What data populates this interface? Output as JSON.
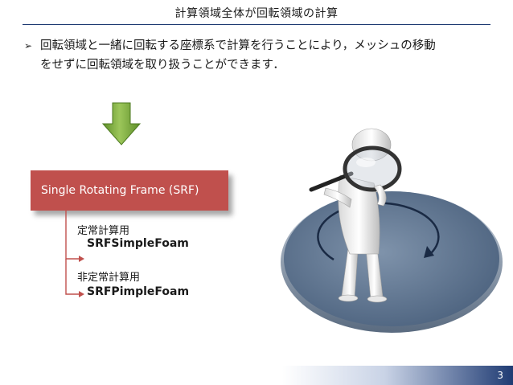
{
  "slide": {
    "title": "計算領域全体が回転領域の計算",
    "bullet_mark": "➢",
    "bullet_line1": "回転領域と一緒に回転する座標系で計算を行うことにより，メッシュの移動",
    "bullet_line2": "をせずに回転領域を取り扱うことができます．",
    "srf_label": "Single Rotating Frame (SRF)",
    "steady_label": "定常計算用",
    "steady_solver": "SRFSimpleFoam",
    "transient_label": "非定常計算用",
    "transient_solver": "SRFPimpleFoam",
    "page_number": "3"
  },
  "colors": {
    "srf_box": "#c0504d",
    "arrow": "#7aaa3a",
    "title_rule": "#1f3b73",
    "disc": "#5e7590"
  },
  "icons": {
    "down_arrow": "green-down-arrow-icon",
    "figure": "figure-with-magnifier-icon"
  }
}
